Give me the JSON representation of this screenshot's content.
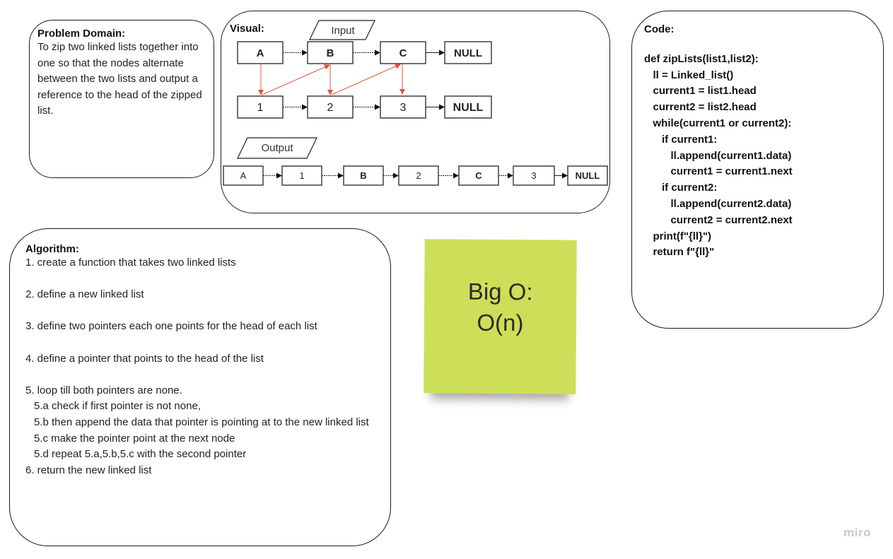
{
  "problem_domain": {
    "title": "Problem Domain:",
    "body": "To zip two linked lists together into one so that the nodes alternate between the two lists and output a reference to the head of the zipped list."
  },
  "visual": {
    "title": "Visual:",
    "input_label": "Input",
    "output_label": "Output",
    "list1": [
      "A",
      "B",
      "C",
      "NULL"
    ],
    "list2": [
      "1",
      "2",
      "3",
      "NULL"
    ],
    "zipped": [
      "A",
      "1",
      "B",
      "2",
      "C",
      "3",
      "NULL"
    ],
    "arrow_color": "#e0553a"
  },
  "code": {
    "title": "Code:",
    "lines": [
      "",
      "def zipLists(list1,list2):",
      "   ll = Linked_list()",
      "   current1 = list1.head",
      "   current2 = list2.head",
      "   while(current1 or current2):",
      "      if current1:",
      "         ll.append(current1.data)",
      "         current1 = current1.next",
      "      if current2:",
      "         ll.append(current2.data)",
      "         current2 = current2.next",
      "   print(f\"{ll}\")",
      "   return f\"{ll}\""
    ]
  },
  "algorithm": {
    "title": "Algorithm:",
    "lines": [
      "1. create a function that takes two linked lists",
      "",
      "2. define a new linked list",
      "",
      "3. define two pointers each one points for the head of each list",
      "",
      "4. define a pointer that points to the head of the list",
      "",
      "5. loop till both pointers are none.",
      "   5.a check if first pointer is not none,",
      "   5.b then append the data that pointer is pointing at to the new linked list",
      "   5.c make the pointer point at the next node",
      "   5.d repeat 5.a,5.b,5.c with the second pointer",
      "6. return the new linked list"
    ]
  },
  "sticky_note": {
    "line1": "Big O:",
    "line2": "O(n)",
    "color": "#cddf58"
  },
  "watermark": "miro"
}
